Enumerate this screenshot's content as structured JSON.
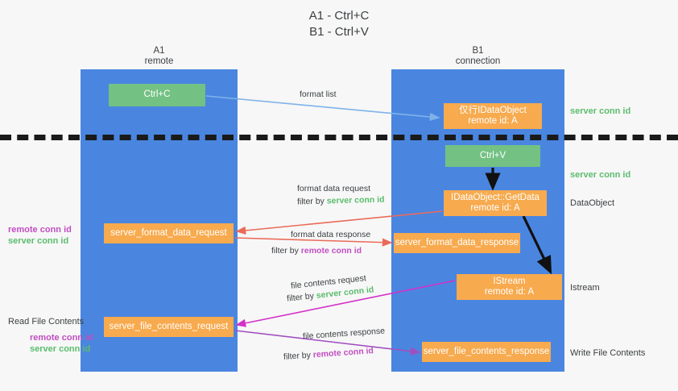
{
  "title": {
    "line1": "A1 - Ctrl+C",
    "line2": "B1 - Ctrl+V"
  },
  "lanes": [
    {
      "name": "A1",
      "sub": "remote",
      "color": "#4a86e0"
    },
    {
      "name": "B1",
      "sub": "connection",
      "color": "#4a86e0"
    }
  ],
  "boxes": {
    "ctrl_c": {
      "line1": "Ctrl+C",
      "color": "#73c183"
    },
    "idataobject": {
      "line1": "仅行IDataObject",
      "line2": "remote id: A",
      "color": "#f7aa4e"
    },
    "ctrl_v": {
      "line1": "Ctrl+V",
      "color": "#73c183"
    },
    "getdata": {
      "line1": "IDataObject::GetData",
      "line2": "remote id: A",
      "color": "#f7aa4e"
    },
    "format_data_request": {
      "line1": "server_format_data_request",
      "color": "#f7aa4e"
    },
    "format_data_response": {
      "line1": "server_format_data_response",
      "color": "#f7aa4e"
    },
    "istream": {
      "line1": "IStream",
      "line2": "remote id: A",
      "color": "#f7aa4e"
    },
    "file_contents_request": {
      "line1": "server_file_contents_request",
      "color": "#f7aa4e"
    },
    "file_contents_response": {
      "line1": "server_file_contents_response",
      "color": "#f7aa4e"
    }
  },
  "annotations": {
    "format_list": "format list",
    "format_data_request": "format data request",
    "format_data_request_filter_prefix": "filter by ",
    "format_data_request_filter_value": "server conn id",
    "format_data_response": "format data response",
    "format_data_response_filter_prefix": "filter by ",
    "format_data_response_filter_value": "remote conn id",
    "file_contents_request": "file contents request",
    "file_contents_request_filter_prefix": "filter by ",
    "file_contents_request_filter_value": "server conn id",
    "file_contents_response": "file contents response",
    "file_contents_response_filter_prefix": "filter by ",
    "file_contents_response_filter_value": "remote conn id"
  },
  "right_labels": {
    "server_conn_id_1": "server conn id",
    "server_conn_id_2": "server conn id",
    "dataobject": "DataObject",
    "istream": "Istream",
    "write_file_contents": "Write File Contents"
  },
  "left_labels": {
    "remote_conn_id_1": "remote conn id",
    "server_conn_id_1": "server conn id",
    "read_file_contents": "Read File Contents",
    "remote_conn_id_2": "remote conn id",
    "server_conn_id_2": "server conn id"
  },
  "colors": {
    "lane": "#4a86e0",
    "green_box": "#73c183",
    "orange_box": "#f7aa4e",
    "green_text": "#5bbd6d",
    "purple_text": "#c14ec1",
    "arrow_blue": "#7fb3e8",
    "arrow_red": "#ea6a5a",
    "arrow_magenta": "#d431c8",
    "arrow_purple": "#a14ec1",
    "arrow_black": "#111111",
    "background": "#f7f7f7"
  }
}
